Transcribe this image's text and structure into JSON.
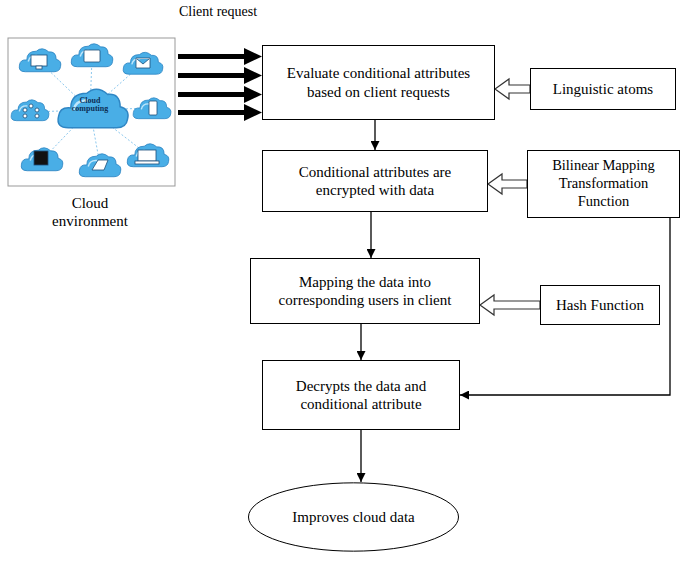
{
  "diagram": {
    "nodes": [
      {
        "text": [
          "Evaluate conditional attributes based on client requests"
        ]
      },
      {
        "text": [
          "Linguistic atoms"
        ]
      },
      {
        "text": [
          "Conditional attributes are encrypted with data"
        ]
      },
      {
        "text": [
          "Bilinear Mapping Transformation Function"
        ]
      },
      {
        "text": [
          "Mapping the data into corresponding users in client"
        ]
      },
      {
        "text": [
          "Hash Function"
        ]
      },
      {
        "text": [
          "Decrypts the data and conditional attribute"
        ]
      },
      {
        "text": [
          "Improves cloud data"
        ]
      }
    ],
    "edges": [
      {
        "from": 1,
        "to": 0,
        "arrow": "to"
      },
      {
        "from": 0,
        "to": 2,
        "arrow": "to"
      },
      {
        "from": 3,
        "to": 2,
        "arrow": "to"
      },
      {
        "from": 2,
        "to": 4,
        "arrow": "to"
      },
      {
        "from": 5,
        "to": 4,
        "arrow": "to"
      },
      {
        "from": 4,
        "to": 6,
        "arrow": "to"
      },
      {
        "from": 3,
        "to": 6,
        "arrow": "to"
      },
      {
        "from": 6,
        "to": 7,
        "arrow": "to"
      }
    ],
    "labels": [
      "Client request",
      "Cloud environment",
      "Cloud computing"
    ]
  }
}
